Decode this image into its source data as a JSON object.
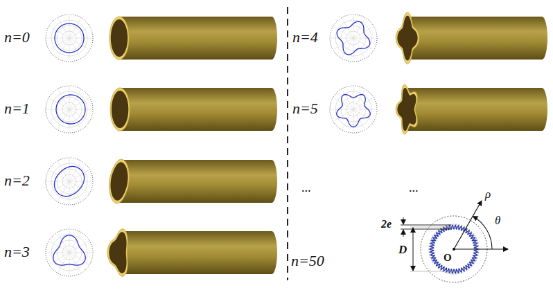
{
  "diagram": {
    "labels": [
      "n=0",
      "n=1",
      "n=2",
      "n=3",
      "n=4",
      "n=5",
      "...",
      "...",
      "n=50",
      "2e",
      "D",
      "ρ",
      "θ",
      "O"
    ]
  }
}
